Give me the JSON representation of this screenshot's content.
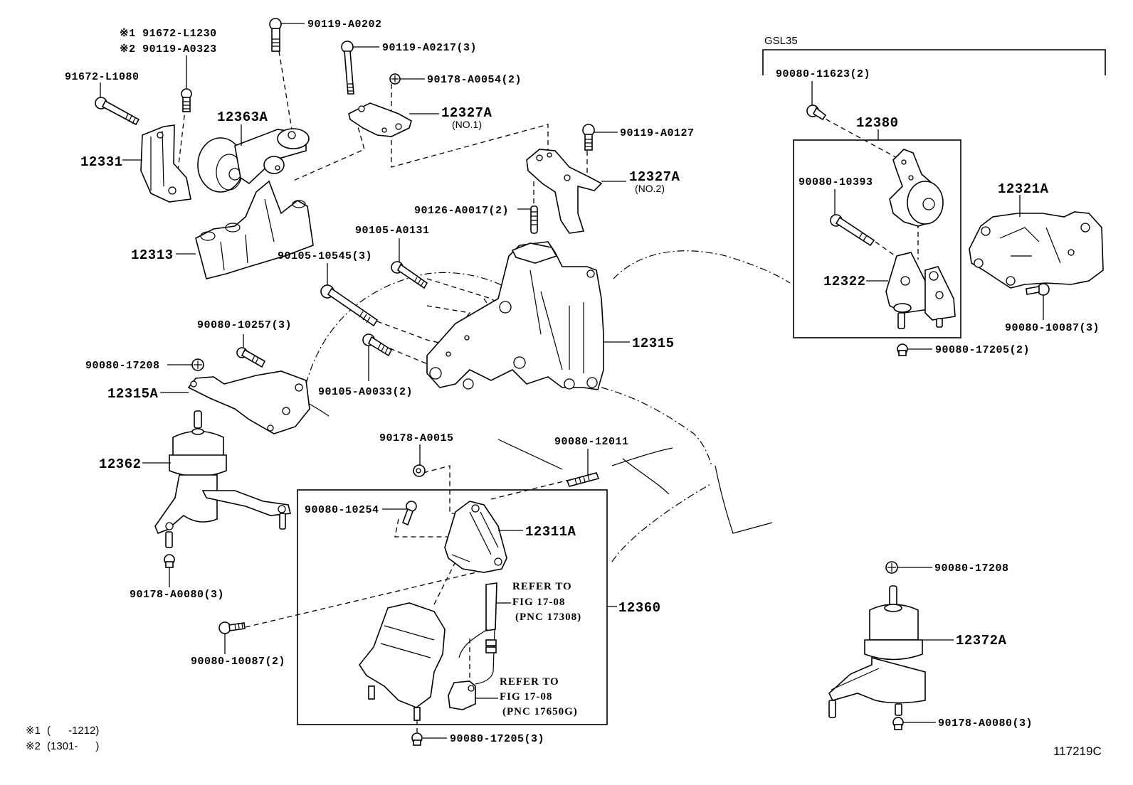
{
  "diagram": {
    "figure_id": "117219C",
    "group_label": "GSL35",
    "footnotes": [
      {
        "mark": "※1",
        "text": "(      -1212)"
      },
      {
        "mark": "※2",
        "text": "(1301-      )"
      }
    ],
    "callouts": {
      "p91672_L1230": "※1 91672-L1230",
      "p90119_A0323": "※2 90119-A0323",
      "p91672_L1080": "91672-L1080",
      "p90119_A0202": "90119-A0202",
      "p90119_A0217": "90119-A0217(3)",
      "p90178_A0054": "90178-A0054(2)",
      "p12327A_1": "12327A",
      "p12327A_1_sub": "(NO.1)",
      "p90119_A0127": "90119-A0127",
      "p12327A_2": "12327A",
      "p12327A_2_sub": "(NO.2)",
      "p12363A": "12363A",
      "p12331": "12331",
      "p12313": "12313",
      "p90126_A0017": "90126-A0017(2)",
      "p90105_A0131": "90105-A0131",
      "p90105_10545": "90105-10545(3)",
      "p12315": "12315",
      "p90080_10257": "90080-10257(3)",
      "p90080_17208_left": "90080-17208",
      "p12315A": "12315A",
      "p90105_A0033": "90105-A0033(2)",
      "p12362": "12362",
      "p90178_A0080_left": "90178-A0080(3)",
      "p90178_A0015": "90178-A0015",
      "p90080_12011": "90080-12011",
      "p90080_10254": "90080-10254",
      "p12311A": "12311A",
      "p12360": "12360",
      "p90080_10087_left": "90080-10087(2)",
      "p90080_17205_bottom": "90080-17205(3)",
      "p90080_11623": "90080-11623(2)",
      "p12380": "12380",
      "p90080_10393": "90080-10393",
      "p12322": "12322",
      "p12321A": "12321A",
      "p90080_10087_right": "90080-10087(3)",
      "p90080_17205_right": "90080-17205(2)",
      "p90080_17208_right": "90080-17208",
      "p12372A": "12372A",
      "p90178_A0080_right": "90178-A0080(3)"
    },
    "references": [
      {
        "line1": "REFER TO",
        "line2": "FIG 17-08",
        "line3": "(PNC 17308)"
      },
      {
        "line1": "REFER TO",
        "line2": "FIG 17-08",
        "line3": "(PNC 17650G)"
      }
    ]
  }
}
